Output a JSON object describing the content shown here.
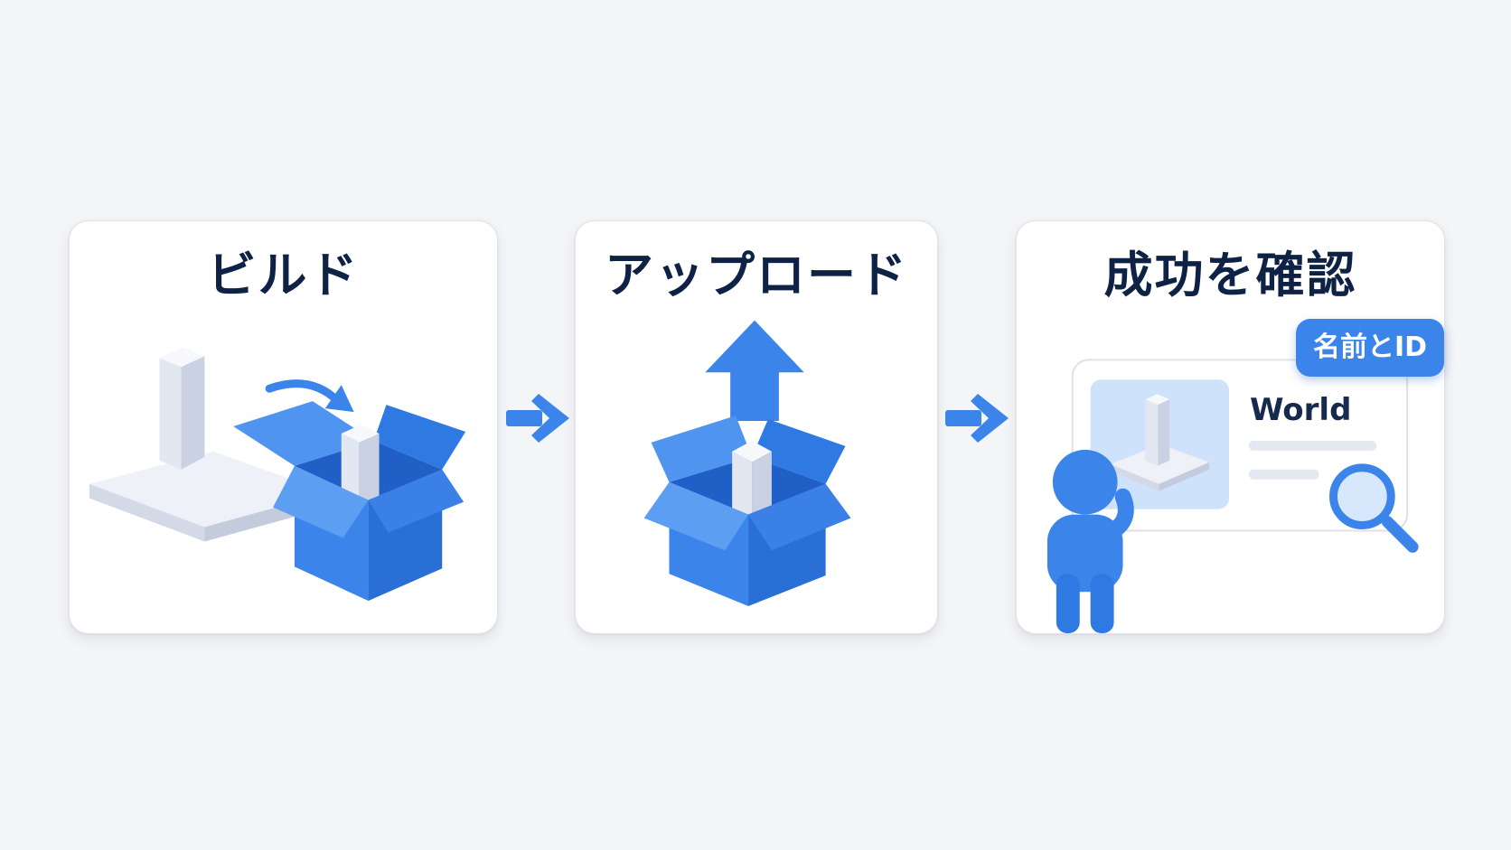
{
  "steps": [
    {
      "title": "ビルド"
    },
    {
      "title": "アップロード"
    },
    {
      "title": "成功を確認"
    }
  ],
  "verify": {
    "badge_label": "名前とID",
    "world_name": "World"
  },
  "icons": {
    "step_arrow": "arrow-right-icon",
    "curved_arrow": "curved-arrow-icon",
    "upload_arrow": "arrow-up-icon",
    "box": "open-box-icon",
    "model": "model-block-icon",
    "person": "person-icon",
    "magnifier": "magnifier-icon"
  },
  "colors": {
    "accent": "#3b84ea",
    "title_text": "#0e2246",
    "background": "#f4f5f7",
    "card": "#ffffff"
  }
}
